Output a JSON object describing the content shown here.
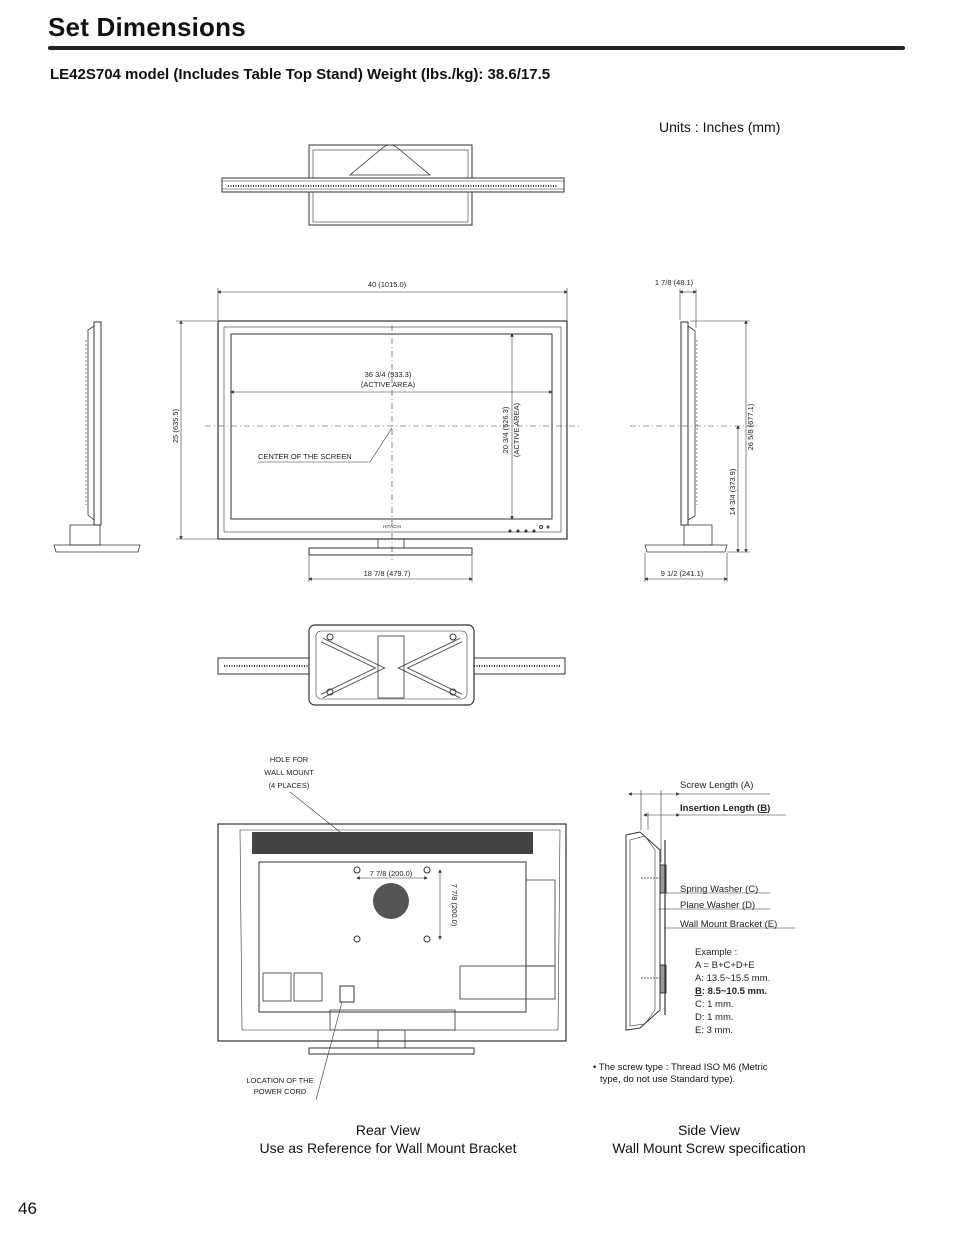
{
  "header": {
    "title": "Set Dimensions",
    "model_line": "LE42S704 model (Includes Table Top Stand) Weight (lbs./kg): 38.6/17.5",
    "units": "Units : Inches (mm)"
  },
  "front_view": {
    "width": "40 (1015.0)",
    "height": "25 (635.5)",
    "active_width": "36 3/4 (933.3)",
    "active_width_sub": "(ACTIVE AREA)",
    "active_height": "20 3/4 (526.3)",
    "active_height_sub": "(ACTIVE AREA)",
    "center_label": "CENTER OF THE SCREEN",
    "stand_width": "18 7/8 (479.7)",
    "brand": "HITACHI"
  },
  "side_view_top": {
    "depth": "1 7/8 (48.1)",
    "total_height": "26 5/8 (677.1)",
    "center_height": "14 3/4 (373.9)",
    "stand_depth": "9 1/2 (241.1)"
  },
  "rear_view": {
    "hole_label": [
      "HOLE FOR",
      "WALL MOUNT",
      "(4 PLACES)"
    ],
    "hole_width": "7 7/8 (200.0)",
    "hole_height": "7 7/8 (200.0)",
    "power_label": [
      "LOCATION OF THE",
      "POWER CORD"
    ],
    "caption_line1": "Rear View",
    "caption_line2": "Use as Reference for Wall Mount Bracket"
  },
  "screw_spec": {
    "screw_length": "Screw Length (A)",
    "insertion_prefix": "Insertion Length (",
    "insertion_letter": "B",
    "insertion_suffix": ")",
    "spring_washer": "Spring Washer (C)",
    "plane_washer": "Plane Washer (D)",
    "bracket": "Wall Mount Bracket (E)",
    "example_title": "Example :",
    "formula": "A = B+C+D+E",
    "a_value": "A: 13.5~15.5 mm.",
    "b_letter": "B",
    "b_value": ": 8.5~10.5 mm.",
    "c_value": "C: 1 mm.",
    "d_value": "D: 1 mm.",
    "e_value": "E: 3 mm.",
    "note_line1": "• The  screw  type  :  Thread  ISO  M6  (Metric",
    "note_line2": "type, do not use Standard type).",
    "caption_line1": "Side View",
    "caption_line2": "Wall Mount Screw specification"
  },
  "page_number": "46"
}
